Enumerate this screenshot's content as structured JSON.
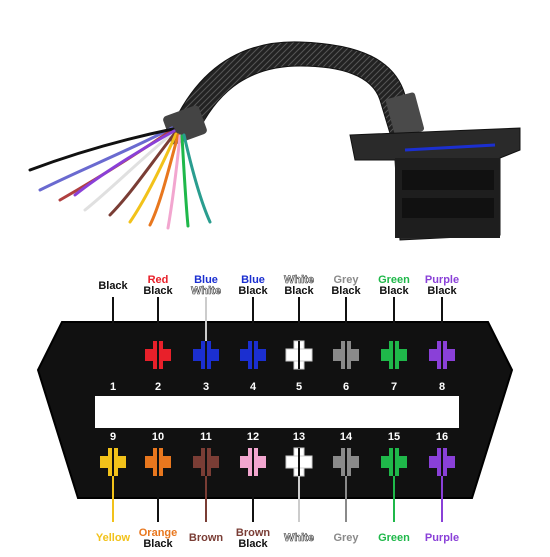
{
  "diagram": {
    "colors": {
      "Black": "#111111",
      "Red": "#e8202a",
      "Blue": "#1b2fd0",
      "White": "#ffffff",
      "Grey": "#8a8a8a",
      "Green": "#1fb84a",
      "Purple": "#8a40d8",
      "Yellow": "#f2c21a",
      "Orange": "#e8771e",
      "Brown": "#7a3d35",
      "Pink": "#f2a6cf"
    },
    "top_pins": [
      {
        "number": "1",
        "label_top": "",
        "label_bottom": "Black",
        "color_top": "",
        "color_bottom": "Black",
        "pin_color": "Black"
      },
      {
        "number": "2",
        "label_top": "Red",
        "label_bottom": "Black",
        "color_top": "Red",
        "color_bottom": "Black",
        "pin_color": "Red"
      },
      {
        "number": "3",
        "label_top": "Blue",
        "label_bottom": "White",
        "color_top": "Blue",
        "color_bottom": "White",
        "pin_color": "Blue"
      },
      {
        "number": "4",
        "label_top": "Blue",
        "label_bottom": "Black",
        "color_top": "Blue",
        "color_bottom": "Black",
        "pin_color": "Blue"
      },
      {
        "number": "5",
        "label_top": "White",
        "label_bottom": "Black",
        "color_top": "White",
        "color_bottom": "Black",
        "pin_color": "White"
      },
      {
        "number": "6",
        "label_top": "Grey",
        "label_bottom": "Black",
        "color_top": "Grey",
        "color_bottom": "Black",
        "pin_color": "Grey"
      },
      {
        "number": "7",
        "label_top": "Green",
        "label_bottom": "Black",
        "color_top": "Green",
        "color_bottom": "Black",
        "pin_color": "Green"
      },
      {
        "number": "8",
        "label_top": "Purple",
        "label_bottom": "Black",
        "color_top": "Purple",
        "color_bottom": "Black",
        "pin_color": "Purple"
      }
    ],
    "bottom_pins": [
      {
        "number": "9",
        "label_top": "",
        "label_bottom": "Yellow",
        "color_top": "",
        "color_bottom": "Yellow",
        "pin_color": "Yellow"
      },
      {
        "number": "10",
        "label_top": "Orange",
        "label_bottom": "Black",
        "color_top": "Orange",
        "color_bottom": "Black",
        "pin_color": "Orange"
      },
      {
        "number": "11",
        "label_top": "",
        "label_bottom": "Brown",
        "color_top": "",
        "color_bottom": "Brown",
        "pin_color": "Brown"
      },
      {
        "number": "12",
        "label_top": "Brown",
        "label_bottom": "Black",
        "color_top": "Brown",
        "color_bottom": "Black",
        "pin_color": "Pink"
      },
      {
        "number": "13",
        "label_top": "",
        "label_bottom": "White",
        "color_top": "",
        "color_bottom": "White",
        "pin_color": "White"
      },
      {
        "number": "14",
        "label_top": "",
        "label_bottom": "Grey",
        "color_top": "",
        "color_bottom": "Grey",
        "pin_color": "Grey"
      },
      {
        "number": "15",
        "label_top": "",
        "label_bottom": "Green",
        "color_top": "",
        "color_bottom": "Green",
        "pin_color": "Green"
      },
      {
        "number": "16",
        "label_top": "",
        "label_bottom": "Purple",
        "color_top": "",
        "color_bottom": "Purple",
        "pin_color": "Purple"
      }
    ]
  }
}
